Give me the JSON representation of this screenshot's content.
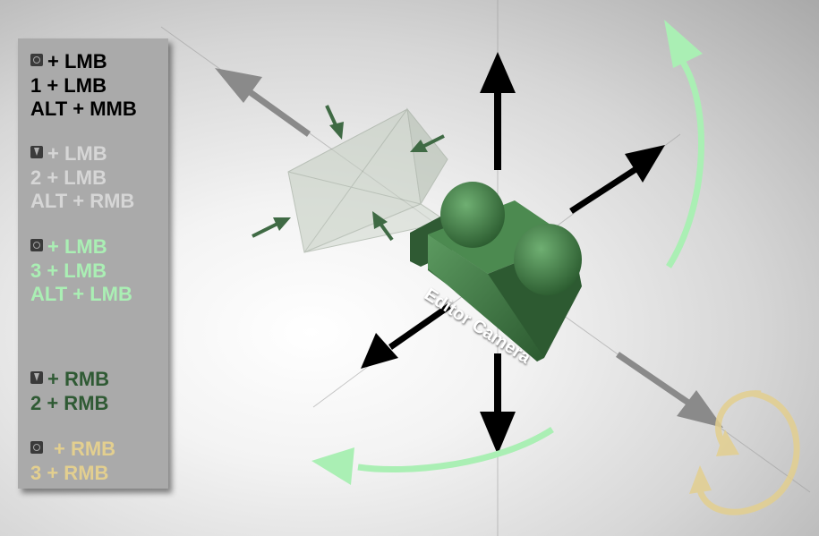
{
  "legend": {
    "group1": {
      "icon": "pan-icon",
      "color": "#000000",
      "row1": "+ LMB",
      "row2": "1 + LMB",
      "row3": "ALT + MMB"
    },
    "group2": {
      "icon": "dolly-icon",
      "color": "#d6d6d6",
      "row1": "+ LMB",
      "row2": "2 + LMB",
      "row3": "ALT + RMB"
    },
    "group3": {
      "icon": "orbit-icon",
      "color": "#aaefb4",
      "row1": "+ LMB",
      "row2": "3 + LMB",
      "row3": "ALT + LMB"
    },
    "group4": {
      "icon": "dolly-icon",
      "color": "#2f5a34",
      "row1": "+ RMB",
      "row2": "2 + RMB"
    },
    "group5": {
      "icon": "orbit-icon",
      "color": "#e3cf8f",
      "row1": "+ RMB",
      "row2": "3 + RMB"
    }
  },
  "camera": {
    "label": "Editor Camera",
    "color": "#3f7a44"
  },
  "colors": {
    "pan_arrows": "#000000",
    "dolly_arrows": "#8a8a8a",
    "orbit_arrows": "#aaefb4",
    "zoom_arrows": "#3f6a44",
    "roll_arrows": "#e3cf8f"
  }
}
